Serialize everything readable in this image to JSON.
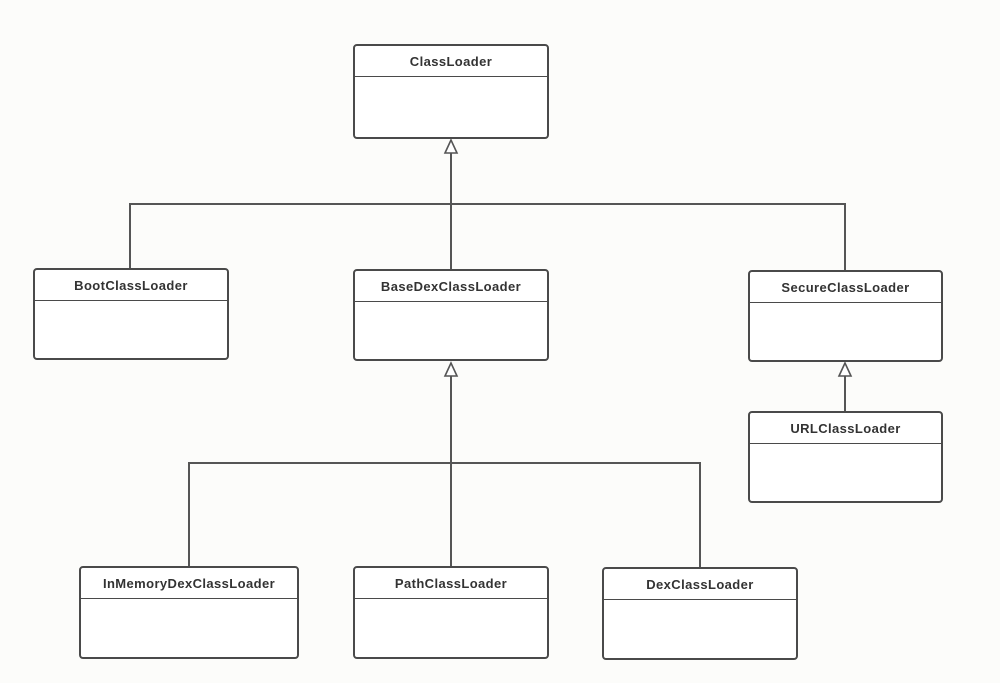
{
  "diagram": {
    "type": "uml-class-hierarchy",
    "classes": {
      "class_loader": "ClassLoader",
      "boot_class_loader": "BootClassLoader",
      "base_dex_class_loader": "BaseDexClassLoader",
      "secure_class_loader": "SecureClassLoader",
      "url_class_loader": "URLClassLoader",
      "in_memory_dex_class_loader": "InMemoryDexClassLoader",
      "path_class_loader": "PathClassLoader",
      "dex_class_loader": "DexClassLoader"
    },
    "inheritance": [
      {
        "child": "BootClassLoader",
        "parent": "ClassLoader"
      },
      {
        "child": "BaseDexClassLoader",
        "parent": "ClassLoader"
      },
      {
        "child": "SecureClassLoader",
        "parent": "ClassLoader"
      },
      {
        "child": "URLClassLoader",
        "parent": "SecureClassLoader"
      },
      {
        "child": "InMemoryDexClassLoader",
        "parent": "BaseDexClassLoader"
      },
      {
        "child": "PathClassLoader",
        "parent": "BaseDexClassLoader"
      },
      {
        "child": "DexClassLoader",
        "parent": "BaseDexClassLoader"
      }
    ],
    "colors": {
      "box_border": "#4a4a4a",
      "connector": "#555555",
      "text": "#333333",
      "background": "#fcfcfa"
    }
  }
}
